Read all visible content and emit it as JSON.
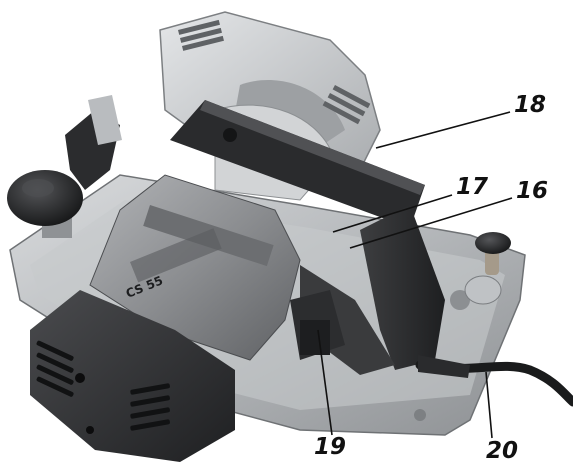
{
  "callouts": {
    "c16": "16",
    "c17": "17",
    "c18": "18",
    "c19": "19",
    "c20": "20"
  },
  "product": {
    "brand_mark": "",
    "model_badge": "CS 55"
  },
  "colors": {
    "motor_housing": "#86888b",
    "motor_cap": "#3a3b3d",
    "base_plate": "#b7babd",
    "blade_guard": "#c8cbce",
    "handle": "#2d2e30",
    "label_text": "#111111",
    "background": "#ffffff"
  }
}
